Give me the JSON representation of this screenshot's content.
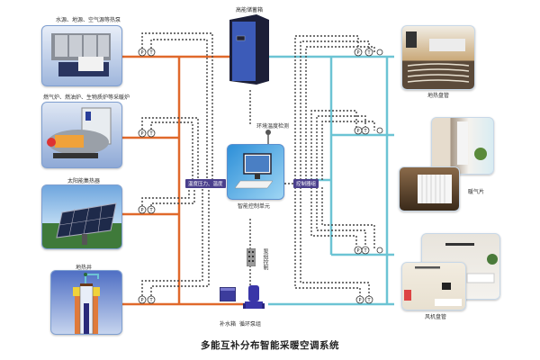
{
  "title": "多能互补分布智能采暖空调系统",
  "colors": {
    "hot_pipe": "#e0692b",
    "cold_pipe": "#6cc4d4",
    "signal_line": "#444444",
    "tag_bg": "#4a3f8c",
    "card_border": "#7f9fd0"
  },
  "sources": [
    {
      "label": "水源、地源、空气源等热泵",
      "icon": "heat-pump-icon"
    },
    {
      "label": "燃气炉、燃油炉、生物质炉等采暖炉",
      "icon": "boiler-icon"
    },
    {
      "label": "太阳能集热器",
      "icon": "solar-panel-icon"
    },
    {
      "label": "地热井",
      "icon": "geothermal-well-icon"
    }
  ],
  "center": {
    "storage_label": "高能储蓄箱",
    "env_sensor_label": "环境温度检测",
    "control_unit_label": "智能控制单元",
    "left_tag": "温度压力、温度",
    "right_tag": "控制器组",
    "pump_control_label": "泵组控制",
    "makeup_tank_label": "补水箱",
    "pump_label": "循环泵组"
  },
  "sinks": [
    {
      "label": "地热盘管",
      "icon": "floor-heating-icon"
    },
    {
      "label": "暖气片",
      "icon": "radiator-icon"
    },
    {
      "label": "风机盘管",
      "icon": "fan-coil-icon"
    }
  ],
  "gauge_symbols": {
    "pressure": "P",
    "temperature": "T"
  }
}
